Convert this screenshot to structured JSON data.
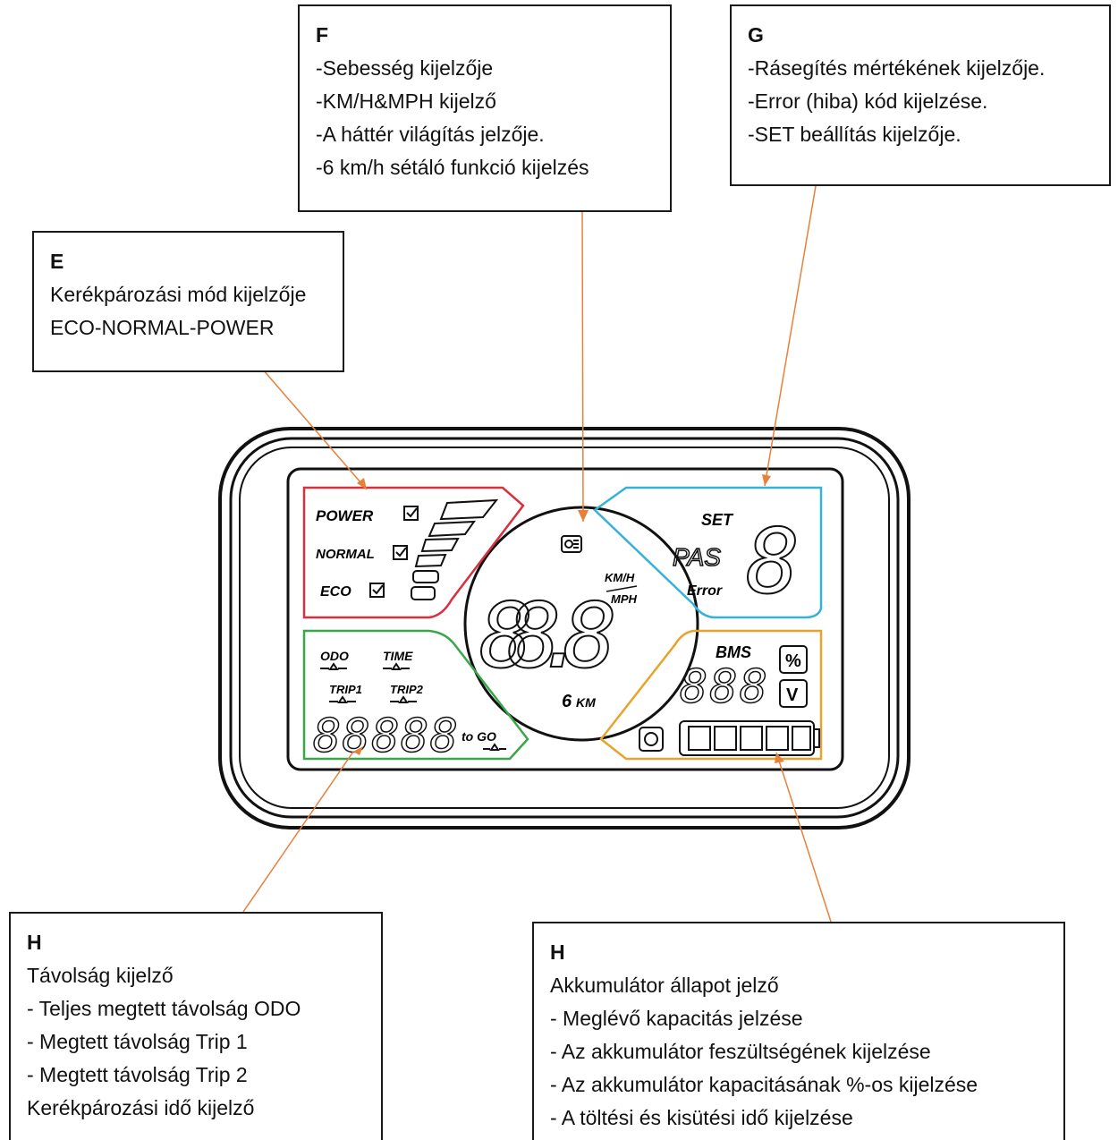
{
  "callouts": {
    "f": {
      "title": "F",
      "lines": [
        "-Sebesség kijelzője",
        "-KM/H&MPH kijelző",
        "-A háttér világítás jelzője.",
        "-6 km/h sétáló funkció kijelzés"
      ]
    },
    "g": {
      "title": "G",
      "lines": [
        "-Rásegítés mértékének kijelzője.",
        "-Error (hiba) kód kijelzése.",
        "-SET beállítás kijelzője."
      ]
    },
    "e": {
      "title": "E",
      "lines": [
        "Kerékpározási mód kijelzője",
        "ECO-NORMAL-POWER"
      ]
    },
    "h_left": {
      "title": "H",
      "lines": [
        "Távolság kijelző",
        "- Teljes megtett távolság ODO",
        "- Megtett távolság Trip 1",
        "- Megtett távolság Trip 2",
        "Kerékpározási idő kijelző"
      ]
    },
    "h_right": {
      "title": "H",
      "lines": [
        "Akkumulátor állapot jelző",
        "- Meglévő kapacitás jelzése",
        "- Az akkumulátor feszültségének kijelzése",
        "- Az akkumulátor kapacitásának %-os kijelzése",
        "- A töltési és kisütési idő kijelzése"
      ]
    }
  },
  "lcd": {
    "modes": [
      "POWER",
      "NORMAL",
      "ECO"
    ],
    "speed_unit_top": "KM/H",
    "speed_unit_bottom": "MPH",
    "walk": "6",
    "walk_unit": "KM",
    "set": "SET",
    "pas": "PAS",
    "error": "Error",
    "bms": "BMS",
    "percent": "%",
    "volt": "V",
    "odo": "ODO",
    "time": "TIME",
    "trip1": "TRIP1",
    "trip2": "TRIP2",
    "to_go": "to GO",
    "speed_digits": "88.8",
    "bms_digits": "888",
    "distance_digits": "88888",
    "assist_digit": "8"
  },
  "colors": {
    "mode_zone": "#d9303f",
    "assist_zone": "#35b2dc",
    "distance_zone": "#3aa64a",
    "battery_zone": "#e8a32c",
    "leader": "#e8803a"
  }
}
